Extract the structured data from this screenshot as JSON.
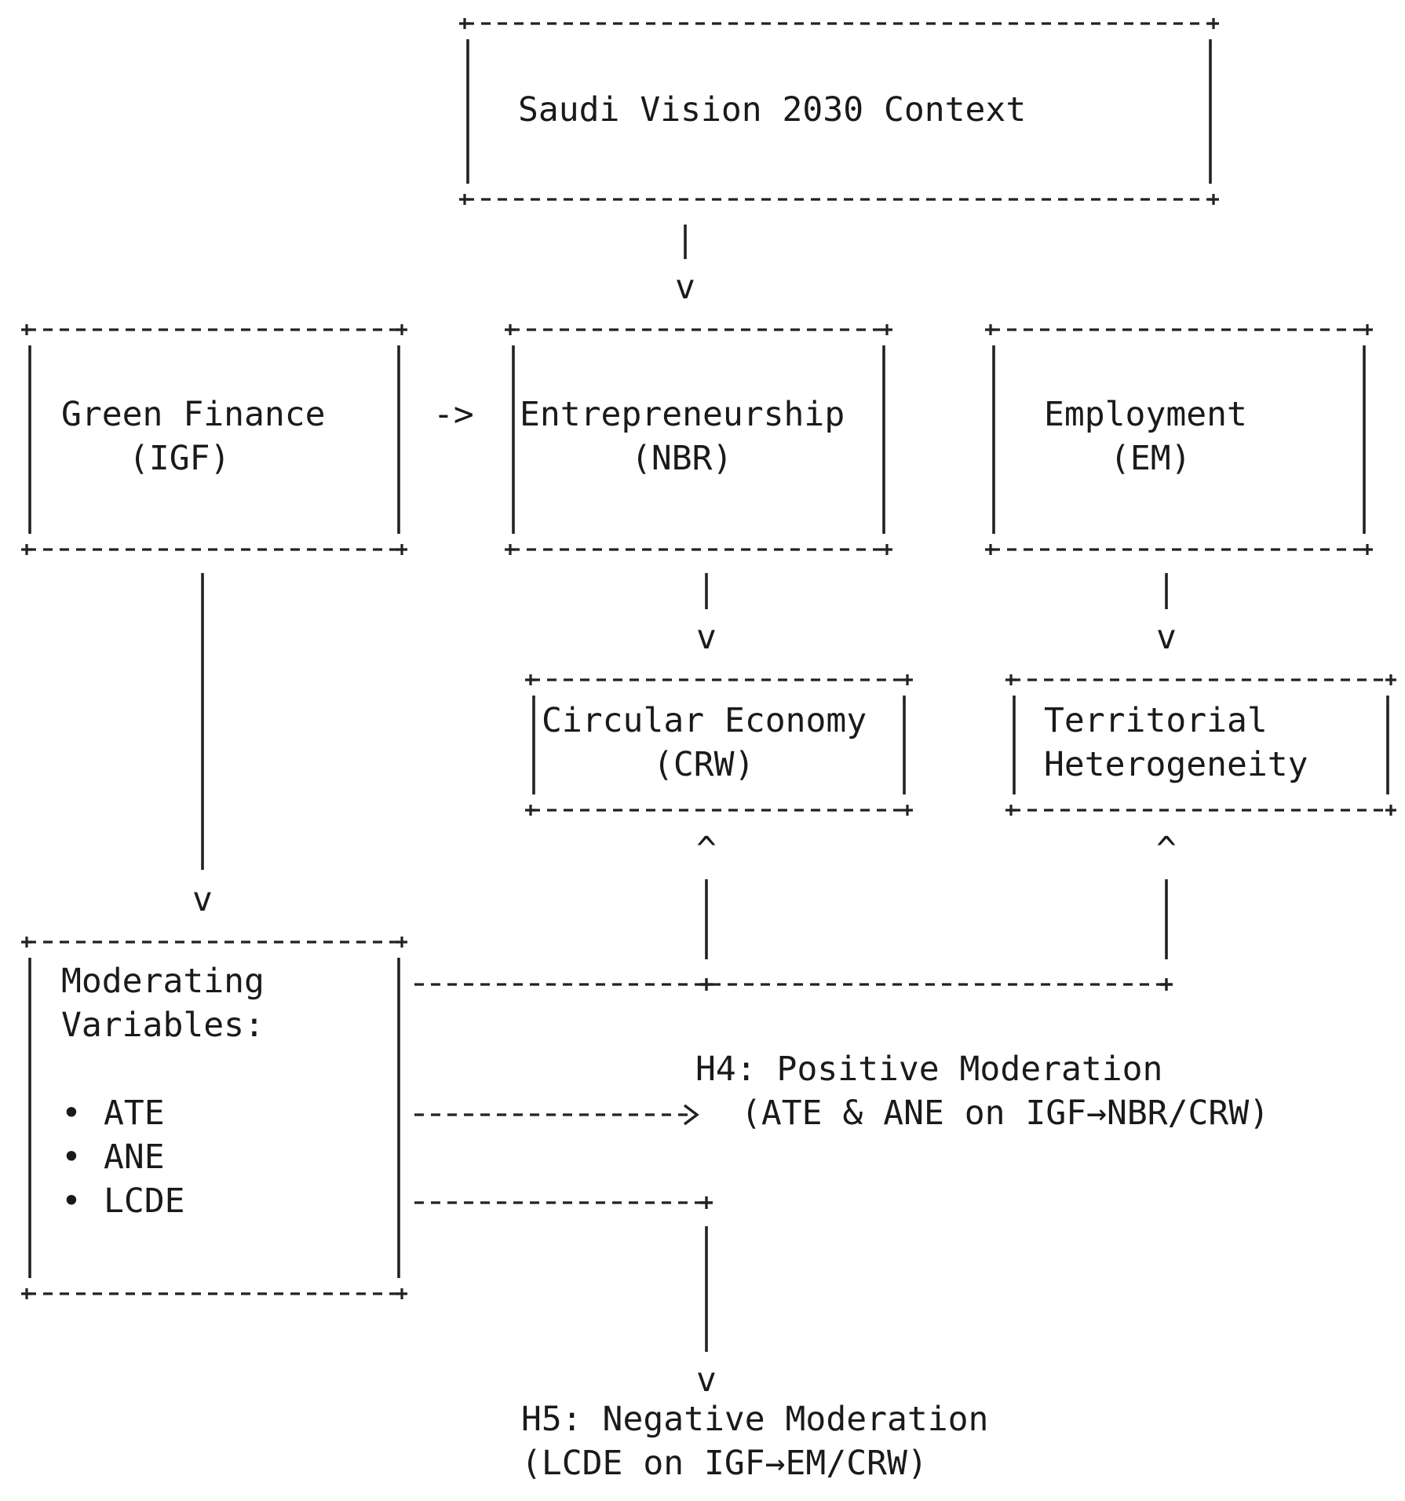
{
  "nodes": {
    "vision": {
      "label": "Saudi Vision 2030 Context"
    },
    "green_finance": {
      "line1": "Green Finance",
      "line2": "(IGF)"
    },
    "entrepreneurship": {
      "line1": "Entrepreneurship",
      "line2": "(NBR)"
    },
    "employment": {
      "line1": "Employment",
      "line2": "(EM)"
    },
    "circular_economy": {
      "line1": "Circular Economy",
      "line2": "(CRW)"
    },
    "territorial": {
      "line1": "Territorial",
      "line2": "Heterogeneity"
    },
    "moderating": {
      "line1": "Moderating",
      "line2": "Variables:",
      "bullet": "•",
      "items": [
        "ATE",
        "ANE",
        "LCDE"
      ]
    }
  },
  "connectors": {
    "v_glyph": "v",
    "up_glyph": "^",
    "igf_to_nbr": "->"
  },
  "hypotheses": {
    "h4": {
      "line1": "H4: Positive Moderation",
      "line2": "(ATE & ANE on IGF→NBR/CRW)"
    },
    "h5": {
      "line1": "H5: Negative Moderation",
      "line2": "(LCDE on IGF→EM/CRW)"
    }
  }
}
